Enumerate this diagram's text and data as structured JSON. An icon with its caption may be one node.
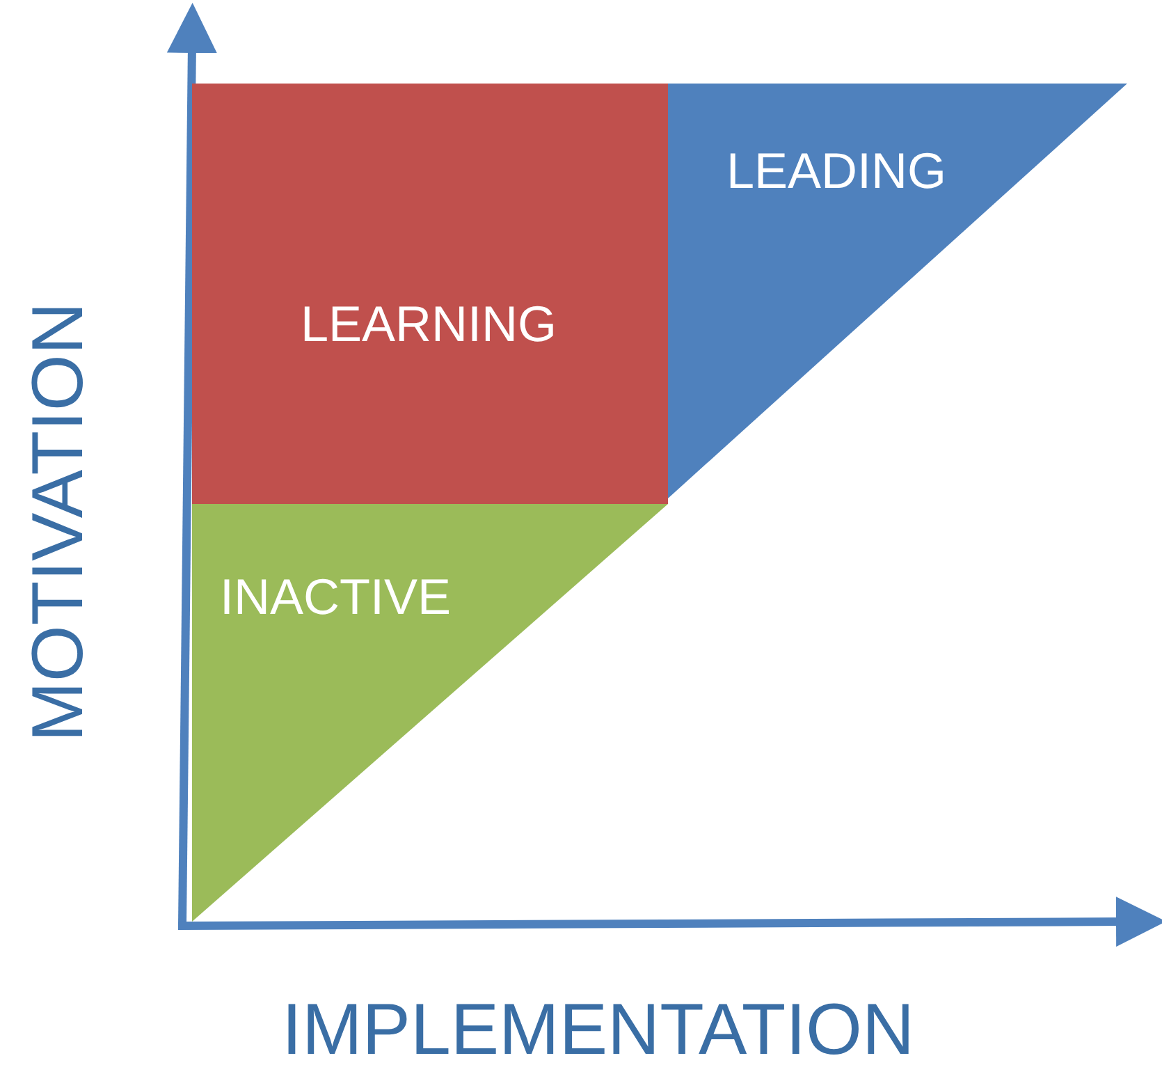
{
  "diagram": {
    "nodes": [
      {
        "text": [
          "LEARNING"
        ]
      },
      {
        "text": [
          "LEADING"
        ]
      },
      {
        "text": [
          "INACTIVE"
        ]
      }
    ],
    "labels": [
      "MOTIVATION",
      "IMPLEMENTATION"
    ]
  }
}
